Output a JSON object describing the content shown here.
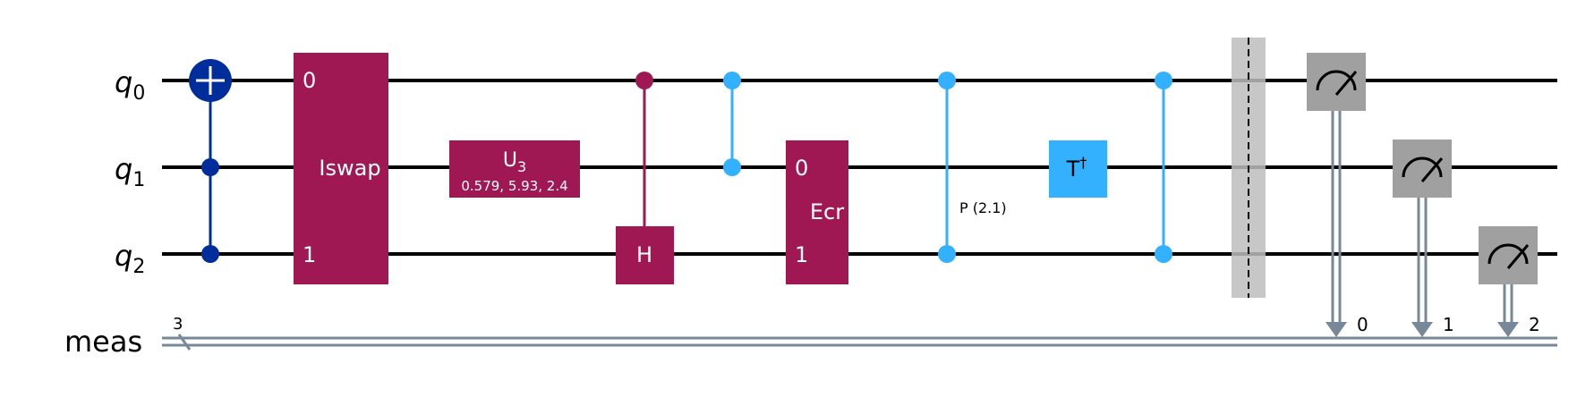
{
  "registers": {
    "qubits": [
      {
        "base": "q",
        "sub": "0"
      },
      {
        "base": "q",
        "sub": "1"
      },
      {
        "base": "q",
        "sub": "2"
      }
    ],
    "classical": {
      "label": "meas",
      "width": "3"
    }
  },
  "gates": {
    "iswap": {
      "label": "Iswap",
      "port_top": "0",
      "port_bottom": "1"
    },
    "u3": {
      "base": "U",
      "sub": "3",
      "params": "0.579, 5.93, 2.4"
    },
    "ch": {
      "label": "H"
    },
    "ecr": {
      "label": "Ecr",
      "port_top": "0",
      "port_bottom": "1"
    },
    "cp": {
      "label": "P (2.1)"
    },
    "tdg": {
      "base": "T",
      "sup": "†"
    }
  },
  "measures": [
    {
      "bit": "0"
    },
    {
      "bit": "1"
    },
    {
      "bit": "2"
    }
  ],
  "colors": {
    "cnot": "#002D9C",
    "magenta": "#9F1853",
    "cyan": "#33B1FF",
    "barrier": "#BDBDBD",
    "measure": "#A0A0A0",
    "classical": "#778899"
  }
}
